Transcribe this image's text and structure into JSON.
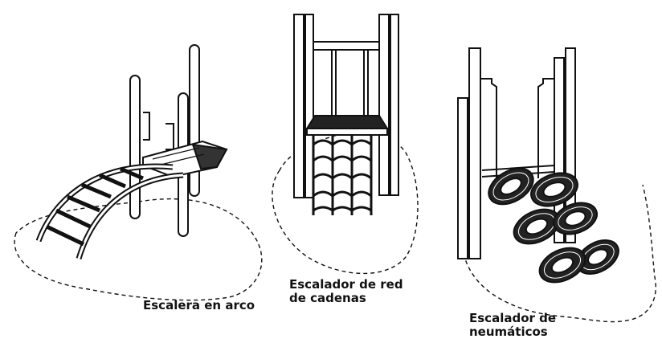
{
  "figure": {
    "items": [
      {
        "label_lines": [
          "Escalera en arco"
        ]
      },
      {
        "label_lines": [
          "Escalador de red",
          "de cadenas"
        ]
      },
      {
        "label_lines": [
          "Escalador de",
          "neumáticos"
        ]
      }
    ],
    "colors": {
      "ink": "#111111",
      "background": "#ffffff",
      "dark_fill": "#333333"
    }
  }
}
